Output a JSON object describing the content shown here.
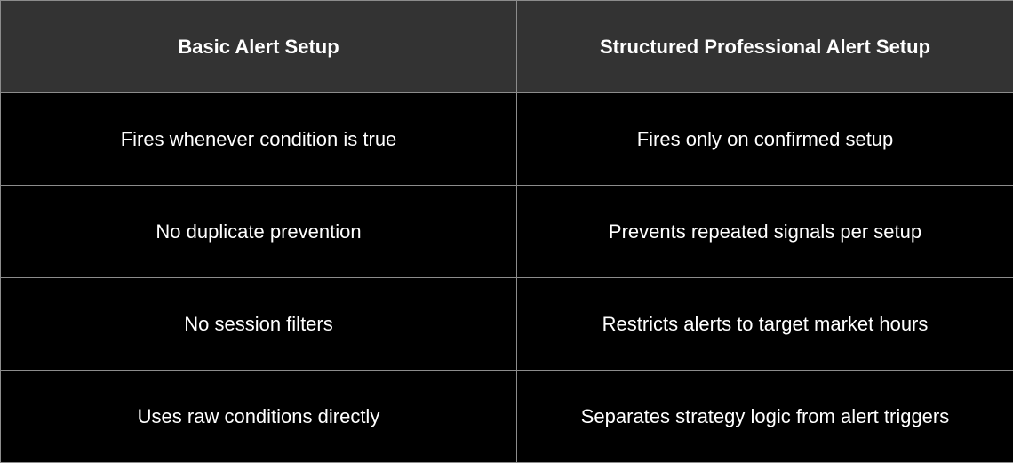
{
  "table": {
    "headers": [
      "Basic Alert Setup",
      "Structured Professional Alert Setup"
    ],
    "rows": [
      [
        "Fires whenever condition is true",
        "Fires only on confirmed setup"
      ],
      [
        "No duplicate prevention",
        "Prevents repeated signals per setup"
      ],
      [
        "No session filters",
        "Restricts alerts to target market hours"
      ],
      [
        "Uses raw conditions directly",
        "Separates strategy logic from alert triggers"
      ]
    ]
  },
  "colors": {
    "header_bg": "#333333",
    "row_bg": "#000000",
    "border": "#8c8c8c",
    "text": "#ffffff"
  }
}
